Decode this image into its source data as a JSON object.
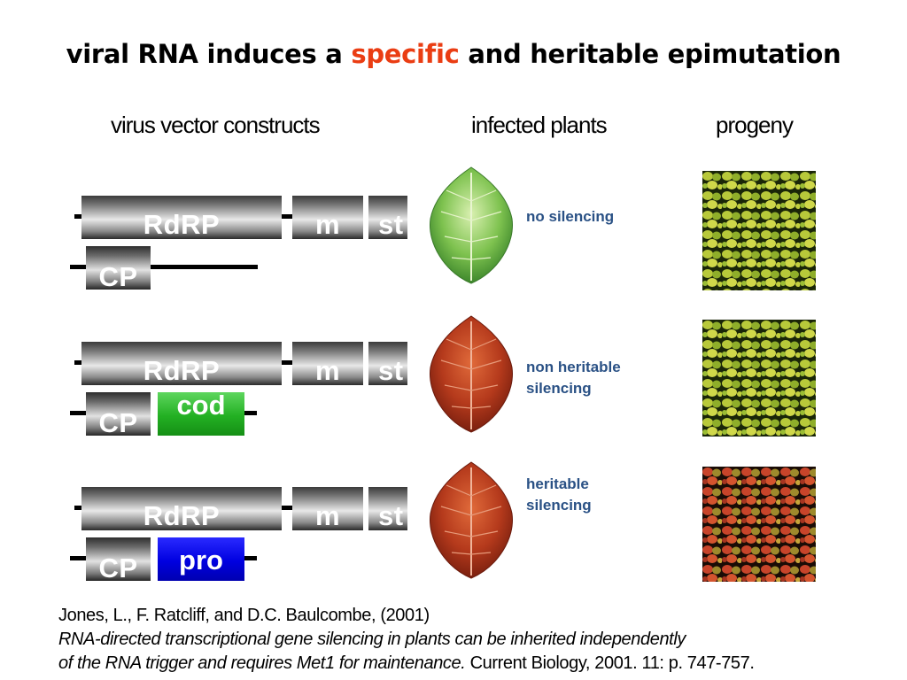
{
  "slide": {
    "title_part1": "viral RNA induces a ",
    "title_highlight": "specific",
    "title_part2": " and heritable epimutation",
    "title_highlight_color": "#ea3d13"
  },
  "columns": {
    "constructs": "virus vector constructs",
    "infected": "infected plants",
    "progeny": "progeny"
  },
  "construct_labels": {
    "rdrp": "RdRP",
    "m": "m",
    "st": "st",
    "cp": "CP"
  },
  "rows": [
    {
      "insert": "",
      "outcome_line1": "no silencing",
      "outcome_line2": "",
      "leaf_color": "green",
      "progeny_color": "green"
    },
    {
      "insert": "cod",
      "insert_color": "#23b023",
      "outcome_line1": "non heritable",
      "outcome_line2": "silencing",
      "leaf_color": "red",
      "progeny_color": "green"
    },
    {
      "insert": "pro",
      "insert_color": "#0000e0",
      "outcome_line1": "heritable",
      "outcome_line2": "silencing",
      "leaf_color": "red",
      "progeny_color": "red"
    }
  ],
  "reference": {
    "authors": "Jones, L., F. Ratcliff, and D.C. Baulcombe, (2001)",
    "title_line1": "RNA-directed transcriptional gene silencing in plants can be inherited independently",
    "title_line2": "of the RNA trigger and requires Met1 for maintenance.",
    "journal": " Current Biology, 2001. 11: p. 747-757."
  }
}
